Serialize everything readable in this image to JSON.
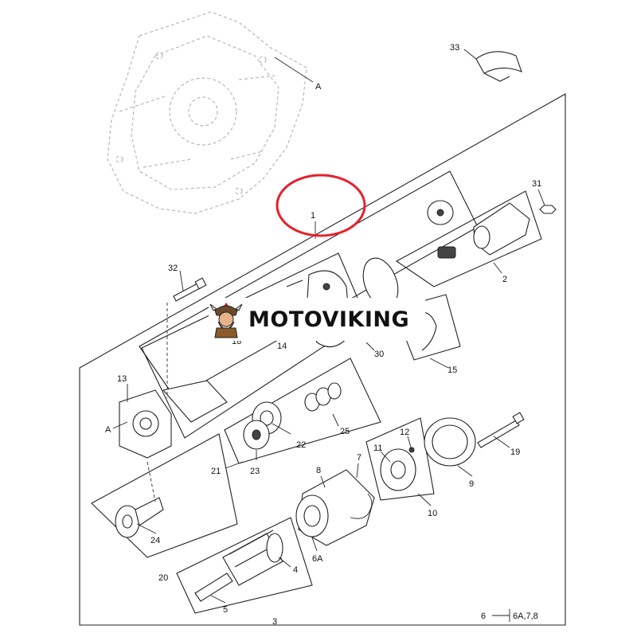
{
  "diagram": {
    "callouts": {
      "c33": "33",
      "cA_top": "A",
      "c1": "1",
      "c31": "31",
      "c32": "32",
      "c2": "2",
      "c18": "18",
      "c14": "14",
      "c30": "30",
      "c15": "15",
      "c13": "13",
      "cA_left": "A",
      "c22": "22",
      "c25": "25",
      "c21": "21",
      "c23": "23",
      "c12": "12",
      "c11": "11",
      "c8": "8",
      "c7": "7",
      "c19": "19",
      "c9": "9",
      "c10": "10",
      "c24": "24",
      "c6A": "6A",
      "c4": "4",
      "c20": "20",
      "c5": "5",
      "c3": "3",
      "legend_6": "6",
      "legend_refs": "6A,7,8"
    },
    "highlight_color": "#e8202a"
  },
  "watermark": {
    "text": "MOTOVIKING"
  }
}
